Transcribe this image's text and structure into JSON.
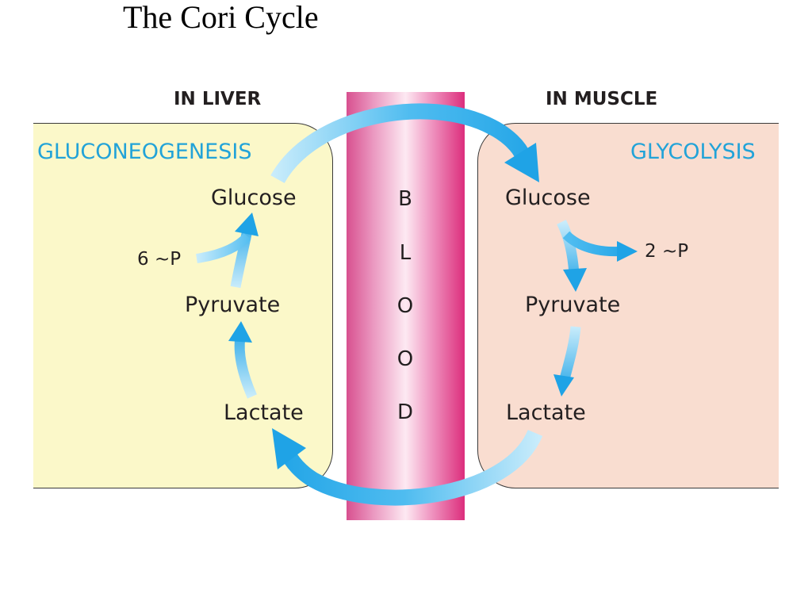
{
  "title": "The Cori Cycle",
  "liver": {
    "header": "IN LIVER",
    "process": "GLUCONEOGENESIS",
    "glucose": "Glucose",
    "pyruvate": "Pyruvate",
    "lactate": "Lactate",
    "energy_input": "6 ~P"
  },
  "muscle": {
    "header": "IN MUSCLE",
    "process": "GLYCOLYSIS",
    "glucose": "Glucose",
    "pyruvate": "Pyruvate",
    "lactate": "Lactate",
    "energy_output": "2 ~P"
  },
  "blood_letters": [
    "B",
    "L",
    "O",
    "O",
    "D"
  ],
  "colors": {
    "arrow": "#1fa3e6",
    "arrow_light": "#c9ecfb",
    "process_text": "#22a3d8",
    "liver_bg": "#fbf8c9",
    "muscle_bg": "#f9ddd0",
    "blood_edge": "#dc2e7c"
  }
}
